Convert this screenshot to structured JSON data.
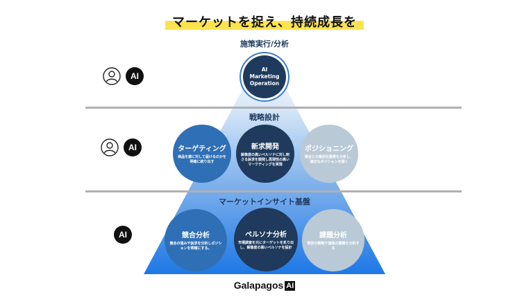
{
  "title": "マーケットを捉え、持続成長を",
  "layers": {
    "top": {
      "label": "施策実行/分析",
      "circle_lines": [
        "AI",
        "Marketing",
        "Operation"
      ]
    },
    "middle": {
      "label": "戦略設計",
      "circles": [
        {
          "title": "ターゲティング",
          "desc": "商品を誰に対して届けるのかを明確に絞り出す"
        },
        {
          "title": "新求開発",
          "desc": "解像度の高いペルソナに対し刺さる訴求を開発し再現性の高いマーケティングを実現"
        },
        {
          "title": "ポジショニング",
          "desc": "競合との差別化要素を分析し、適切なポジションを描く"
        }
      ]
    },
    "bottom": {
      "label": "マーケットインサイト基盤",
      "circles": [
        {
          "title": "競合分析",
          "desc": "競合の強みや訴求を分析しポジションを明確にする。"
        },
        {
          "title": "ペルソナ分析",
          "desc": "市場調査を元にターゲットを炙り出し、解像度の高いペルソナを設計"
        },
        {
          "title": "課題分析",
          "desc": "現状の戦略や施策の課題を分析する"
        }
      ]
    }
  },
  "side_badges": {
    "ai_text": "AI"
  },
  "logo": {
    "text": "Galapagos",
    "ai": "AI"
  },
  "colors": {
    "highlight": "#fce34e",
    "navy": "#1f3a5c",
    "blue_mid": "#2f6fb5",
    "blue_bright": "#1e78e6",
    "light_gray_blue": "#b9c9d6"
  }
}
